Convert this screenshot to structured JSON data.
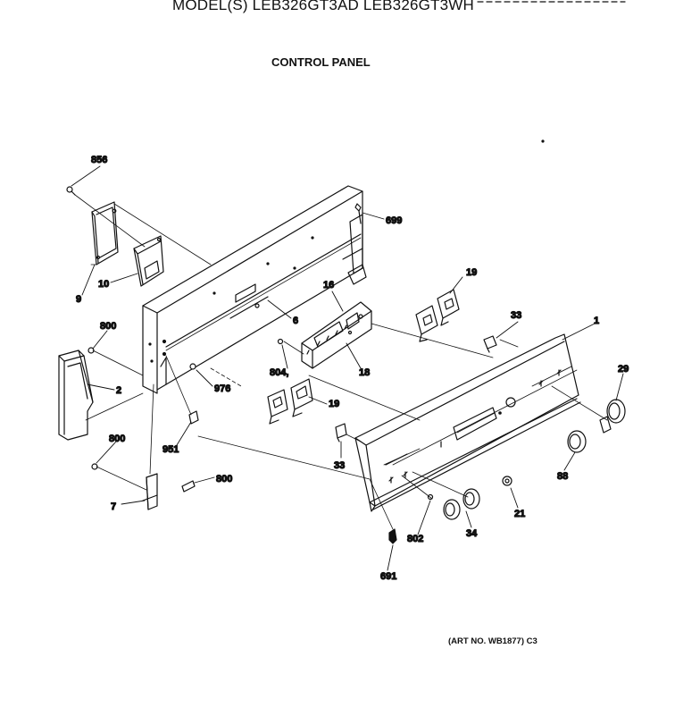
{
  "header": {
    "model_line": "MODEL(S) LEB326GT3AD  LEB326GT3WH",
    "section_title": "CONTROL PANEL",
    "art_number": "(ART NO. WB1877) C3"
  },
  "callouts": {
    "p856": "856",
    "p699": "699",
    "p9": "9",
    "p10": "10",
    "p16": "16",
    "p19a": "19",
    "p6": "6",
    "p33a": "33",
    "p1": "1",
    "p800a": "800",
    "p2": "2",
    "p804": "804,",
    "p18": "18",
    "p976": "976",
    "p19b": "19",
    "p29": "29",
    "p951": "951",
    "p800b": "800",
    "p33b": "33",
    "p88": "88",
    "p800c": "800",
    "p7": "7",
    "p21": "21",
    "p34": "34",
    "p802": "802",
    "p691": "691"
  }
}
